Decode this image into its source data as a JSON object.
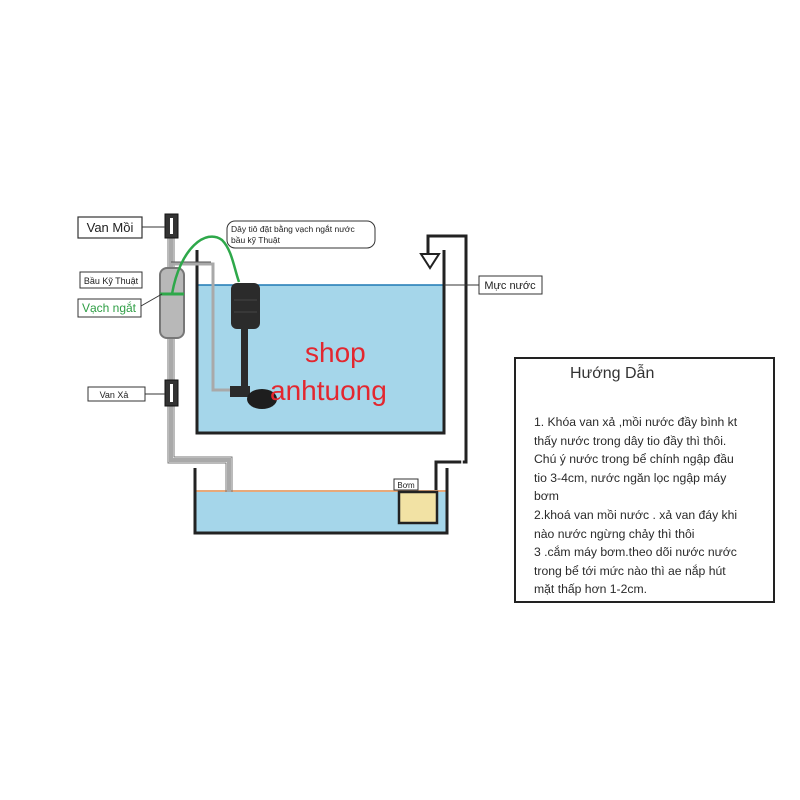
{
  "colors": {
    "water": "#a5d6ea",
    "waterline": "#1e78b4",
    "pipe": "#a9a9a9",
    "hose": "#2ea84a",
    "accent_red": "#e3272f",
    "green_label": "#2e9e44"
  },
  "labels": {
    "van_moi": "Van Mồi",
    "bau_ky_thuat": "Bầu Kỹ Thuật",
    "vach_ngat": "Vạch ngắt",
    "van_xa": "Van Xả",
    "callout_line1": "Dây tiô đặt bằng vạch ngắt nước",
    "callout_line2": "bầu kỹ Thuật",
    "muc_nuoc": "Mực nước",
    "bom": "Bơm",
    "watermark_line1": "shop",
    "watermark_line2": "anhtuong"
  },
  "guide": {
    "title": "Hướng Dẫn",
    "lines": [
      "1. Khóa van xả ,mồi nước đầy bình kt",
      "thấy nước trong dây  tio đầy thì thôi.",
      "Chú ý nước trong bể chính ngập đầu",
      "tio 3-4cm, nước ngăn lọc ngập máy",
      "bơm",
      "2.khoá van mồi nước . xả van đáy khi",
      "nào nước ngừng chảy  thì thôi",
      "3 .cắm máy bơm.theo dõi nước nước",
      "trong bể tới mức nào thì ae nắp hút",
      "mặt thấp hơn 1-2cm."
    ]
  }
}
